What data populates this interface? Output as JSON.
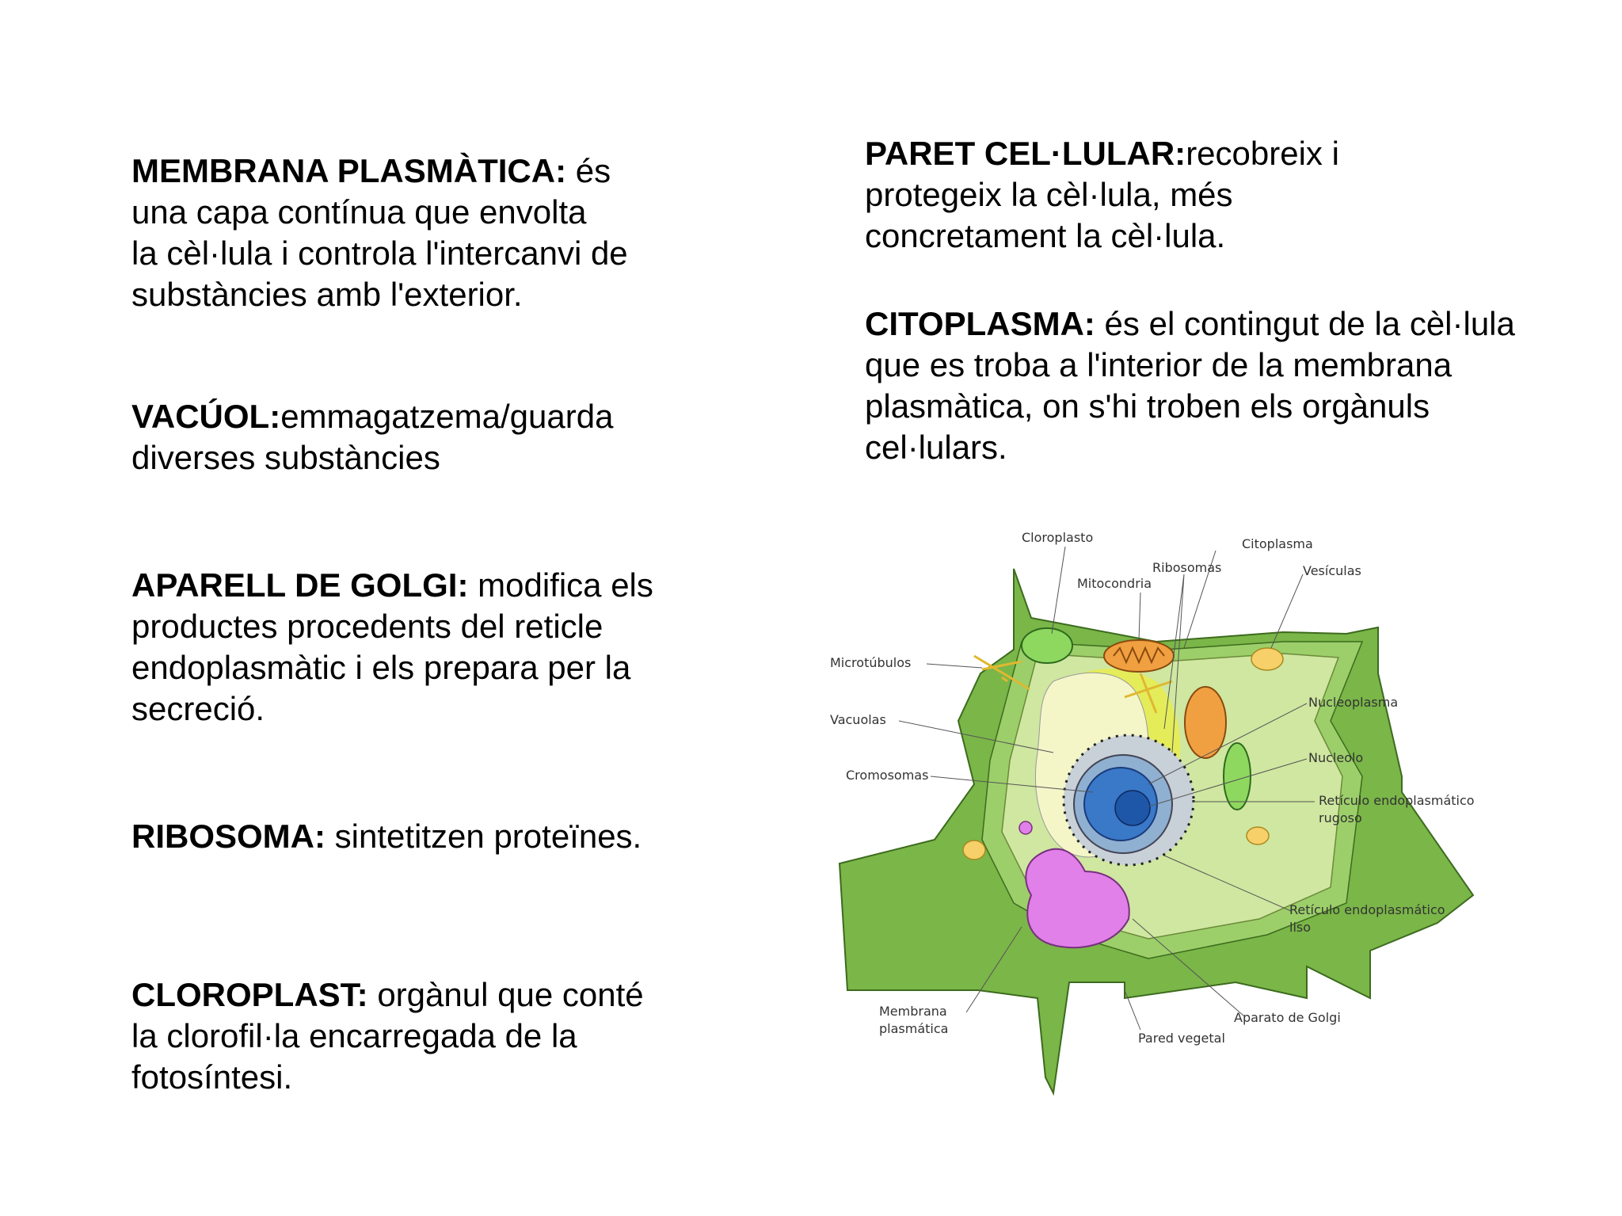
{
  "definitions": [
    {
      "id": "membrana",
      "term": "MEMBRANA PLASMÀTICA:",
      "lines": [
        " és",
        "una capa contínua que envolta",
        "la cèl·lula i controla l'intercanvi de",
        "substàncies amb l'exterior."
      ]
    },
    {
      "id": "vacuol",
      "term": "VACÚOL:",
      "lines": [
        "emmagatzema/guarda",
        "diverses substàncies"
      ]
    },
    {
      "id": "golgi",
      "term": "APARELL DE GOLGI:",
      "lines": [
        " modifica els",
        "productes procedents del reticle",
        "endoplasmàtic i els prepara per la",
        "secreció."
      ]
    },
    {
      "id": "ribosoma",
      "term": "RIBOSOMA:",
      "lines": [
        " sintetitzen proteïnes."
      ]
    },
    {
      "id": "cloroplast",
      "term": "CLOROPLAST:",
      "lines": [
        " orgànul que conté",
        "la clorofil·la encarregada de la",
        "fotosíntesi."
      ]
    },
    {
      "id": "paret",
      "term": "PARET CEL·LULAR:",
      "lines": [
        "recobreix i",
        "protegeix la cèl·lula, més",
        "concretament la cèl·lula."
      ]
    },
    {
      "id": "citoplasma",
      "term": "CITOPLASMA:",
      "lines": [
        " és el contingut de la cèl·lula",
        "que es troba a l'interior de la membrana",
        "plasmàtica, on s'hi troben els orgànuls",
        "cel·lulars."
      ]
    }
  ],
  "diagram": {
    "labels": {
      "cloroplasto": "Cloroplasto",
      "citoplasma": "Citoplasma",
      "ribosomas": "Ribosomas",
      "vesiculas": "Vesículas",
      "mitocondria": "Mitocondria",
      "microtubulos": "Microtúbulos",
      "nucleoplasma": "Nucleoplasma",
      "vacuolas": "Vacuolas",
      "nucleolo": "Nucleolo",
      "cromosomas": "Cromosomas",
      "rer_1": "Retículo endoplasmático",
      "rer_2": "rugoso",
      "ser_1": "Retículo endoplasmático",
      "ser_2": "liso",
      "membrana_1": "Membrana",
      "membrana_2": "plasmática",
      "golgi": "Aparato de Golgi",
      "pared": "Pared vegetal"
    },
    "colors": {
      "wall": "#7ab648",
      "cytoplasm": "#cfe7a0",
      "vacuole": "#f4f6c8",
      "nucleus": "#3a78c8",
      "golgi": "#e080e8",
      "mitochondria": "#f0a040",
      "chloroplast": "#8fd860",
      "vesicle": "#f7d06a"
    }
  }
}
